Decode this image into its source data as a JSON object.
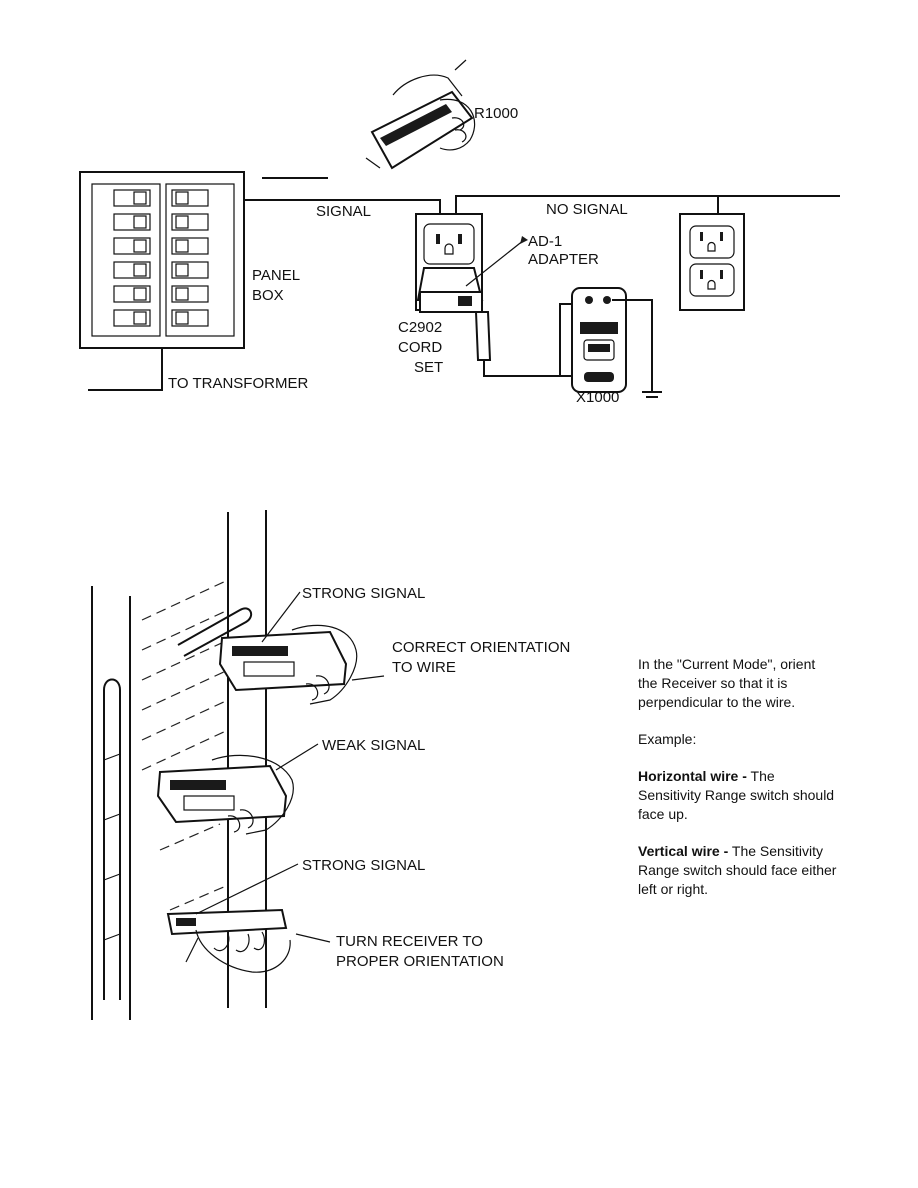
{
  "top_diagram": {
    "receiver_label": "R1000",
    "signal_label": "SIGNAL",
    "no_signal_label": "NO SIGNAL",
    "adapter_label_line1": "AD-1",
    "adapter_label_line2": "ADAPTER",
    "panel_label_line1": "PANEL",
    "panel_label_line2": "BOX",
    "cordset_label_line1": "C2902",
    "cordset_label_line2": "CORD",
    "cordset_label_line3": "SET",
    "transmitter_label": "X1000",
    "transformer_label": "TO TRANSFORMER"
  },
  "bottom_diagram": {
    "strong_signal_1": "STRONG SIGNAL",
    "correct_orientation_line1": "CORRECT ORIENTATION",
    "correct_orientation_line2": "TO WIRE",
    "weak_signal": "WEAK SIGNAL",
    "strong_signal_2": "STRONG SIGNAL",
    "turn_receiver_line1": "TURN RECEIVER TO",
    "turn_receiver_line2": "PROPER ORIENTATION"
  },
  "instructions": {
    "intro": "In the \"Current Mode\", orient the Receiver so that it is perpendicular to the wire.",
    "example": "Example:",
    "horizontal_title": "Horizontal wire -",
    "horizontal_text": " The Sensitivity Range switch should face up.",
    "vertical_title": "Vertical wire -",
    "vertical_text": " The Sensitivity Range switch should face either left or right."
  }
}
